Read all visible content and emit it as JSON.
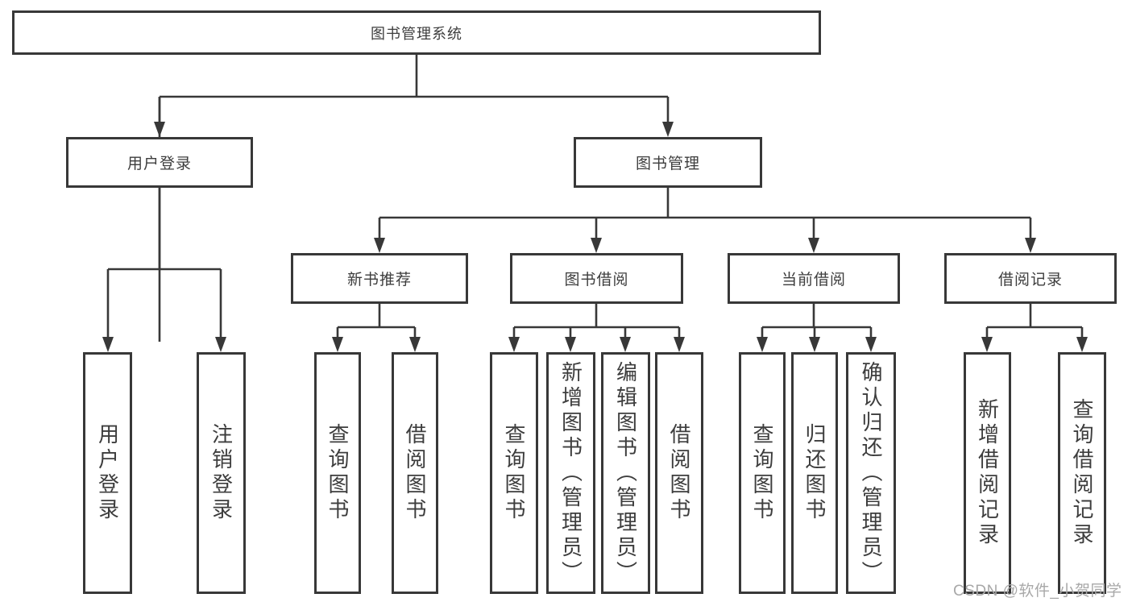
{
  "diagram": {
    "root": {
      "label": "图书管理系统"
    },
    "level2": [
      {
        "label": "用户登录"
      },
      {
        "label": "图书管理"
      }
    ],
    "level3": [
      {
        "label": "新书推荐"
      },
      {
        "label": "图书借阅"
      },
      {
        "label": "当前借阅"
      },
      {
        "label": "借阅记录"
      }
    ],
    "leaves_login": [
      "用户登录",
      "注销登录"
    ],
    "leaves_recommend": [
      "查询图书",
      "借阅图书"
    ],
    "leaves_borrow": [
      "查询图书",
      "新增图书（管理员）",
      "编辑图书（管理员）",
      "借阅图书"
    ],
    "leaves_current": [
      "查询图书",
      "归还图书",
      "确认归还（管理员）"
    ],
    "leaves_records": [
      "新增借阅记录",
      "查询借阅记录"
    ]
  },
  "watermark": {
    "text": "CSDN @软件_小贺同学"
  },
  "colors": {
    "line": "#383838",
    "text": "#3d3d3d",
    "watermark": "#a8a8a8",
    "background": "#ffffff"
  }
}
